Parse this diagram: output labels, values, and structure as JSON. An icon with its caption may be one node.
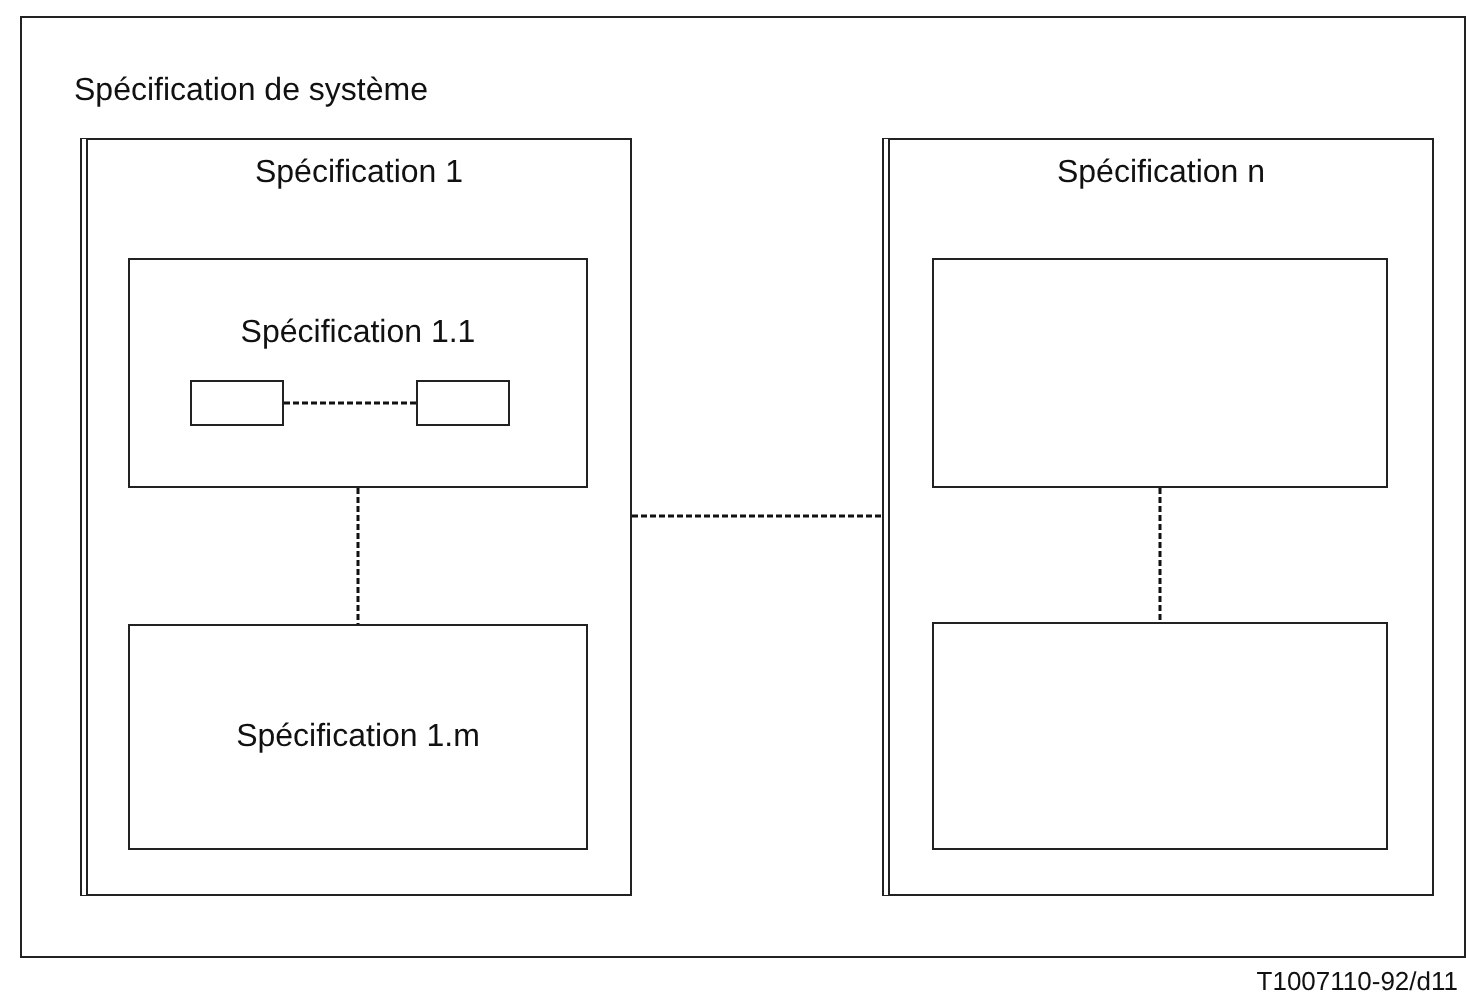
{
  "diagram": {
    "nodes": [
      {
        "text": [
          "Spécification de système"
        ]
      },
      {
        "text": [
          "Spécification 1"
        ],
        "in": 0
      },
      {
        "text": [
          "Spécification 1.1"
        ],
        "in": 1
      },
      {
        "text": [],
        "shape": "box",
        "in": 2
      },
      {
        "text": [],
        "shape": "box",
        "in": 2
      },
      {
        "text": [
          "Spécification 1.m"
        ],
        "in": 1
      },
      {
        "text": [
          "Spécification n"
        ],
        "in": 0
      },
      {
        "text": [],
        "shape": "box",
        "in": 6
      },
      {
        "text": [],
        "shape": "box",
        "in": 6
      }
    ],
    "edges": [
      {
        "from": 3,
        "to": 4,
        "arrow": "none",
        "style": "dashed"
      },
      {
        "from": 2,
        "to": 5,
        "arrow": "none",
        "style": "dashed"
      },
      {
        "from": 1,
        "to": 6,
        "arrow": "none",
        "style": "dashed"
      },
      {
        "from": 7,
        "to": 8,
        "arrow": "none",
        "style": "dashed"
      }
    ],
    "labels": [
      "T1007110-92/d11"
    ]
  }
}
